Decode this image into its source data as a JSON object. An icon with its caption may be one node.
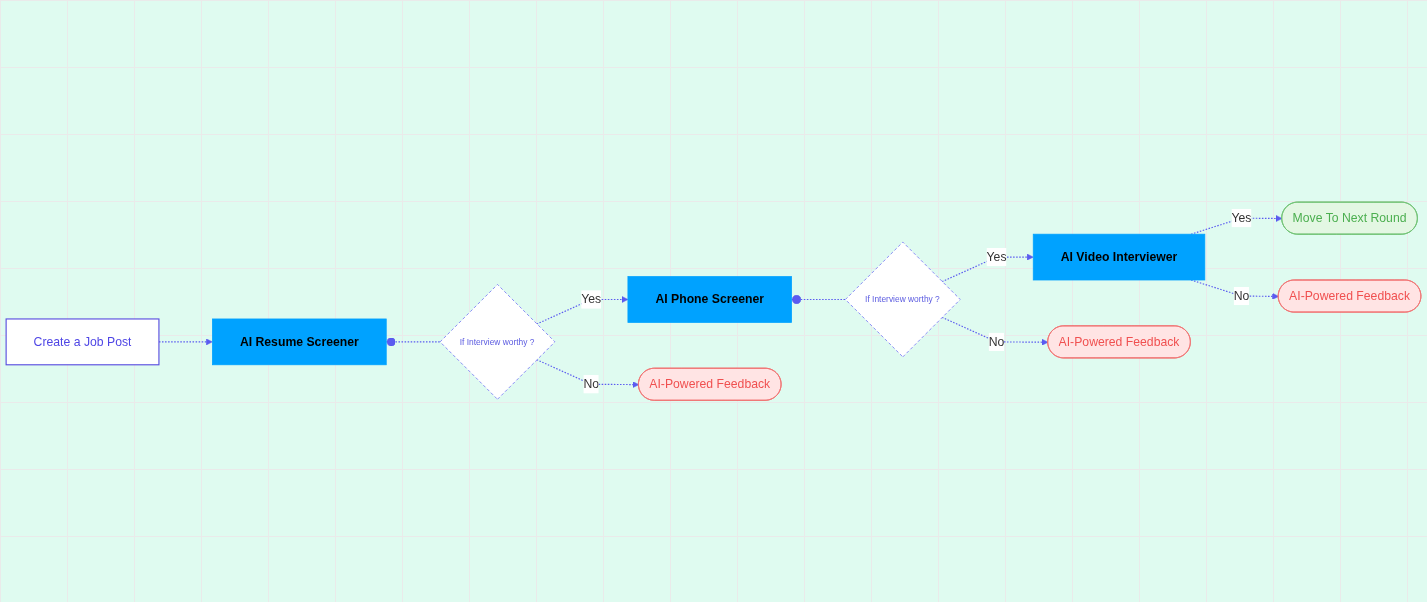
{
  "diagram": {
    "nodes": [
      {
        "text": [
          "Create a Job Post"
        ]
      },
      {
        "text": [
          "AI Resume Screener"
        ]
      },
      {
        "text": [
          "If Interview worthy ?"
        ]
      },
      {
        "text": [
          "AI Phone Screener"
        ]
      },
      {
        "text": [
          "If Interview worthy ?"
        ]
      },
      {
        "text": [
          "AI Video Interviewer"
        ]
      },
      {
        "text": [
          "Move To Next Round"
        ]
      },
      {
        "text": [
          "AI-Powered Feedback"
        ]
      },
      {
        "text": [
          "AI-Powered Feedback"
        ]
      },
      {
        "text": [
          "AI-Powered Feedback"
        ]
      }
    ],
    "edges": [
      {
        "from": 0,
        "to": 1,
        "arrow": "to",
        "style": "dashed"
      },
      {
        "from": 1,
        "to": 2,
        "arrow": "other",
        "style": "dashed"
      },
      {
        "from": 2,
        "to": 3,
        "arrow": "to",
        "label": "Yes",
        "style": "dashed"
      },
      {
        "from": 2,
        "to": 7,
        "arrow": "to",
        "label": "No",
        "style": "dashed"
      },
      {
        "from": 3,
        "to": 4,
        "arrow": "other",
        "style": "dashed"
      },
      {
        "from": 4,
        "to": 5,
        "arrow": "to",
        "label": "Yes",
        "style": "dashed"
      },
      {
        "from": 4,
        "to": 8,
        "arrow": "to",
        "label": "No",
        "style": "dashed"
      },
      {
        "from": 5,
        "to": 6,
        "arrow": "to",
        "label": "Yes",
        "style": "dashed"
      },
      {
        "from": 5,
        "to": 9,
        "arrow": "to",
        "label": "No",
        "style": "dashed"
      }
    ]
  }
}
